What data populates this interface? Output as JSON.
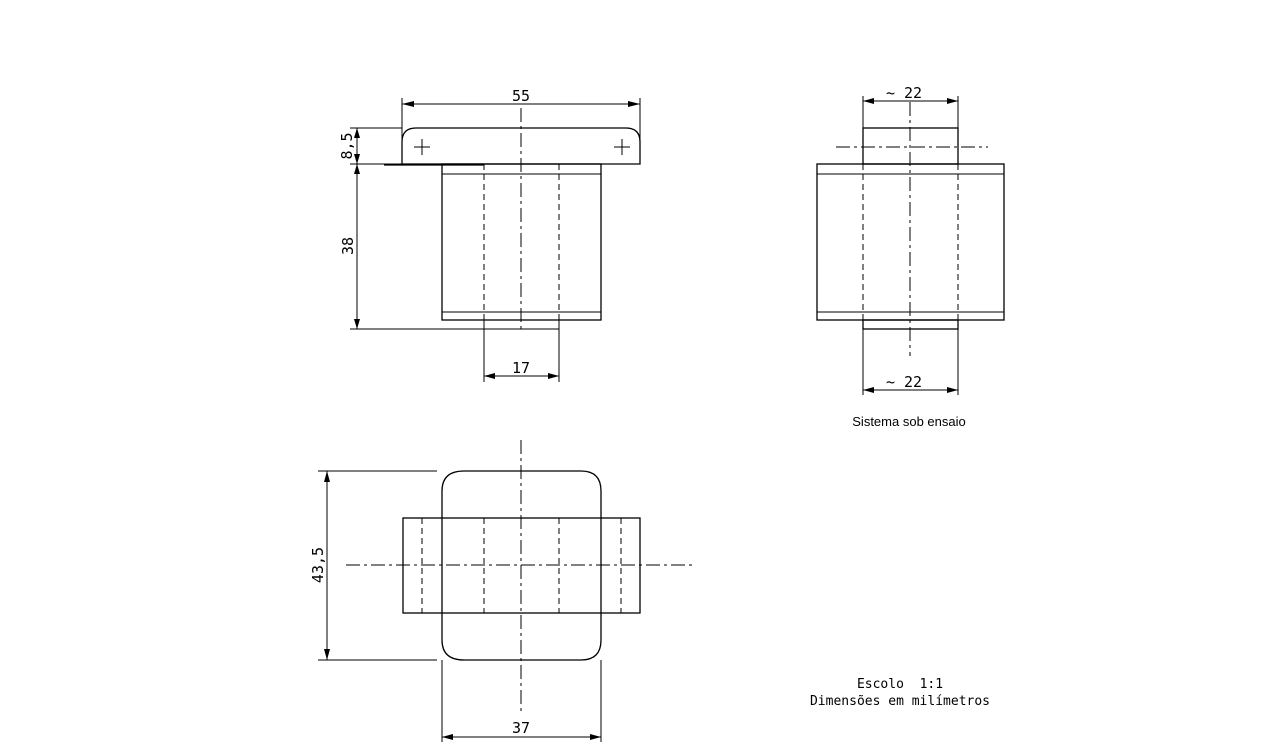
{
  "dimensions": {
    "top_width": "55",
    "flange_thickness": "8,5",
    "body_height": "38",
    "inner_width": "17",
    "side_top_width": "~ 22",
    "side_bottom_width": "~ 22",
    "bottom_height": "43,5",
    "bottom_width": "37"
  },
  "captions": {
    "system": "Sistema sob ensaio",
    "scale": "Escolo  1:1",
    "units": "Dimensões em milímetros"
  }
}
